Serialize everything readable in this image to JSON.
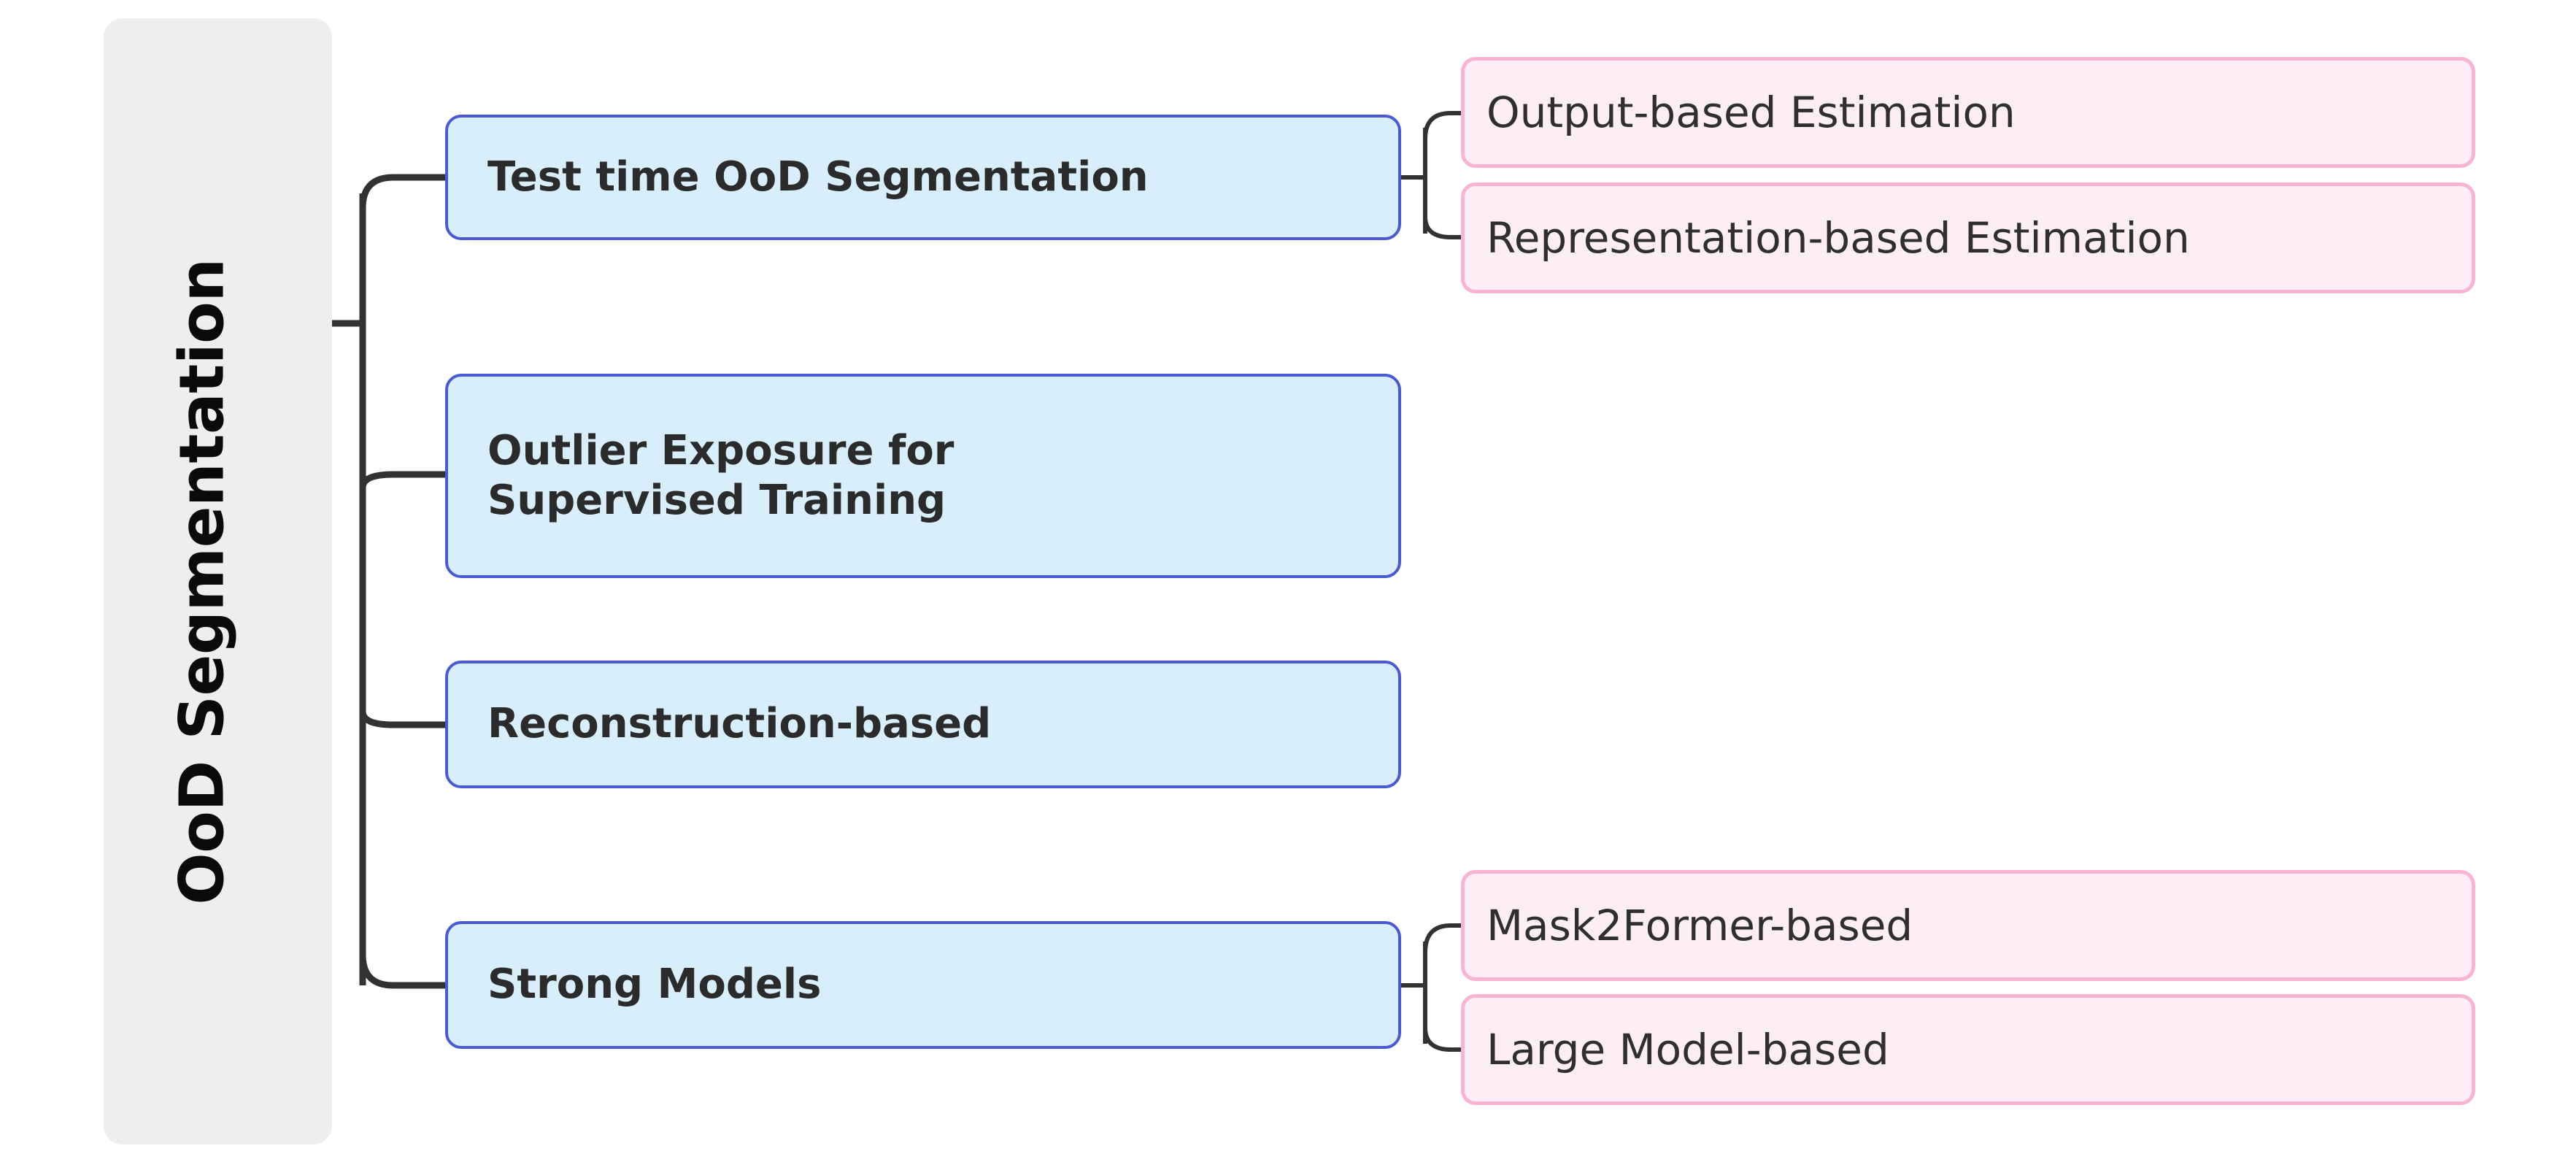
{
  "diagram": {
    "type": "mindmap",
    "title": "OoD Segmentation taxonomy",
    "root": {
      "label": "OoD Segmentation",
      "fill": "#eeeeee",
      "text_color": "#0a0a0a"
    },
    "palette": {
      "branch_fill": "#d9eefb",
      "branch_border": "#4a5ad4",
      "branch_text": "#2b2b2b",
      "leaf_fill": "#fdeef6",
      "leaf_border": "#fab3d3",
      "leaf_text": "#2f2f2f",
      "connector": "#323232",
      "background": "#ffffff"
    },
    "branches": [
      {
        "label": "Test time OoD Segmentation",
        "children": [
          {
            "label": "Output-based Estimation"
          },
          {
            "label": "Representation-based Estimation"
          }
        ]
      },
      {
        "label": "Outlier Exposure for\nSupervised Training",
        "children": []
      },
      {
        "label": "Reconstruction-based",
        "children": []
      },
      {
        "label": "Strong Models",
        "children": [
          {
            "label": "Mask2Former-based"
          },
          {
            "label": "Large Model-based"
          }
        ]
      }
    ]
  }
}
